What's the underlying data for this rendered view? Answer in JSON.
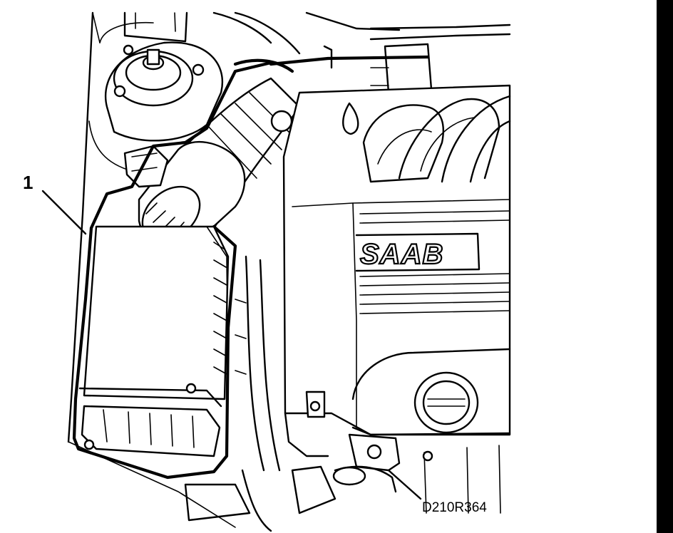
{
  "figure": {
    "callout_number": "1",
    "figure_code": "D210R364",
    "brand_text": "SAAB"
  },
  "colors": {
    "ink": "#000000",
    "paper": "#ffffff"
  }
}
